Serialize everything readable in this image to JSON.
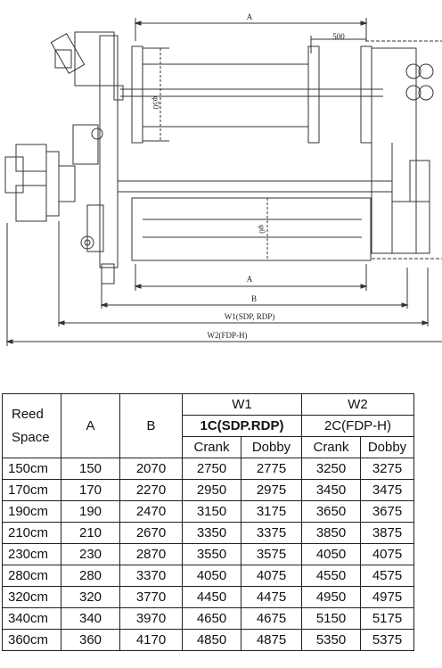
{
  "drawing": {
    "dim_a_top": "A",
    "dim_500": "500",
    "dim_phi_top": "φ50",
    "dim_phi_bottom": "φ0",
    "dim_a_bottom": "A",
    "dim_b": "B",
    "dim_w1": "W1(SDP, RDP)",
    "dim_w2": "W2(FDP-H)"
  },
  "table": {
    "header": {
      "reed_space_line1": "Reed",
      "reed_space_line2": "Space",
      "a": "A",
      "b": "B",
      "w1": "W1",
      "w1_sub": "1C(SDP.RDP)",
      "w2": "W2",
      "w2_sub": "2C(FDP-H)",
      "crank": "Crank",
      "dobby": "Dobby"
    },
    "rows": [
      {
        "reed": "150cm",
        "a": "150",
        "b": "2070",
        "w1_crank": "2750",
        "w1_dobby": "2775",
        "w2_crank": "3250",
        "w2_dobby": "3275"
      },
      {
        "reed": "170cm",
        "a": "170",
        "b": "2270",
        "w1_crank": "2950",
        "w1_dobby": "2975",
        "w2_crank": "3450",
        "w2_dobby": "3475"
      },
      {
        "reed": "190cm",
        "a": "190",
        "b": "2470",
        "w1_crank": "3150",
        "w1_dobby": "3175",
        "w2_crank": "3650",
        "w2_dobby": "3675"
      },
      {
        "reed": "210cm",
        "a": "210",
        "b": "2670",
        "w1_crank": "3350",
        "w1_dobby": "3375",
        "w2_crank": "3850",
        "w2_dobby": "3875"
      },
      {
        "reed": "230cm",
        "a": "230",
        "b": "2870",
        "w1_crank": "3550",
        "w1_dobby": "3575",
        "w2_crank": "4050",
        "w2_dobby": "4075"
      },
      {
        "reed": "280cm",
        "a": "280",
        "b": "3370",
        "w1_crank": "4050",
        "w1_dobby": "4075",
        "w2_crank": "4550",
        "w2_dobby": "4575"
      },
      {
        "reed": "320cm",
        "a": "320",
        "b": "3770",
        "w1_crank": "4450",
        "w1_dobby": "4475",
        "w2_crank": "4950",
        "w2_dobby": "4975"
      },
      {
        "reed": "340cm",
        "a": "340",
        "b": "3970",
        "w1_crank": "4650",
        "w1_dobby": "4675",
        "w2_crank": "5150",
        "w2_dobby": "5175"
      },
      {
        "reed": "360cm",
        "a": "360",
        "b": "4170",
        "w1_crank": "4850",
        "w1_dobby": "4875",
        "w2_crank": "5350",
        "w2_dobby": "5375"
      }
    ]
  }
}
